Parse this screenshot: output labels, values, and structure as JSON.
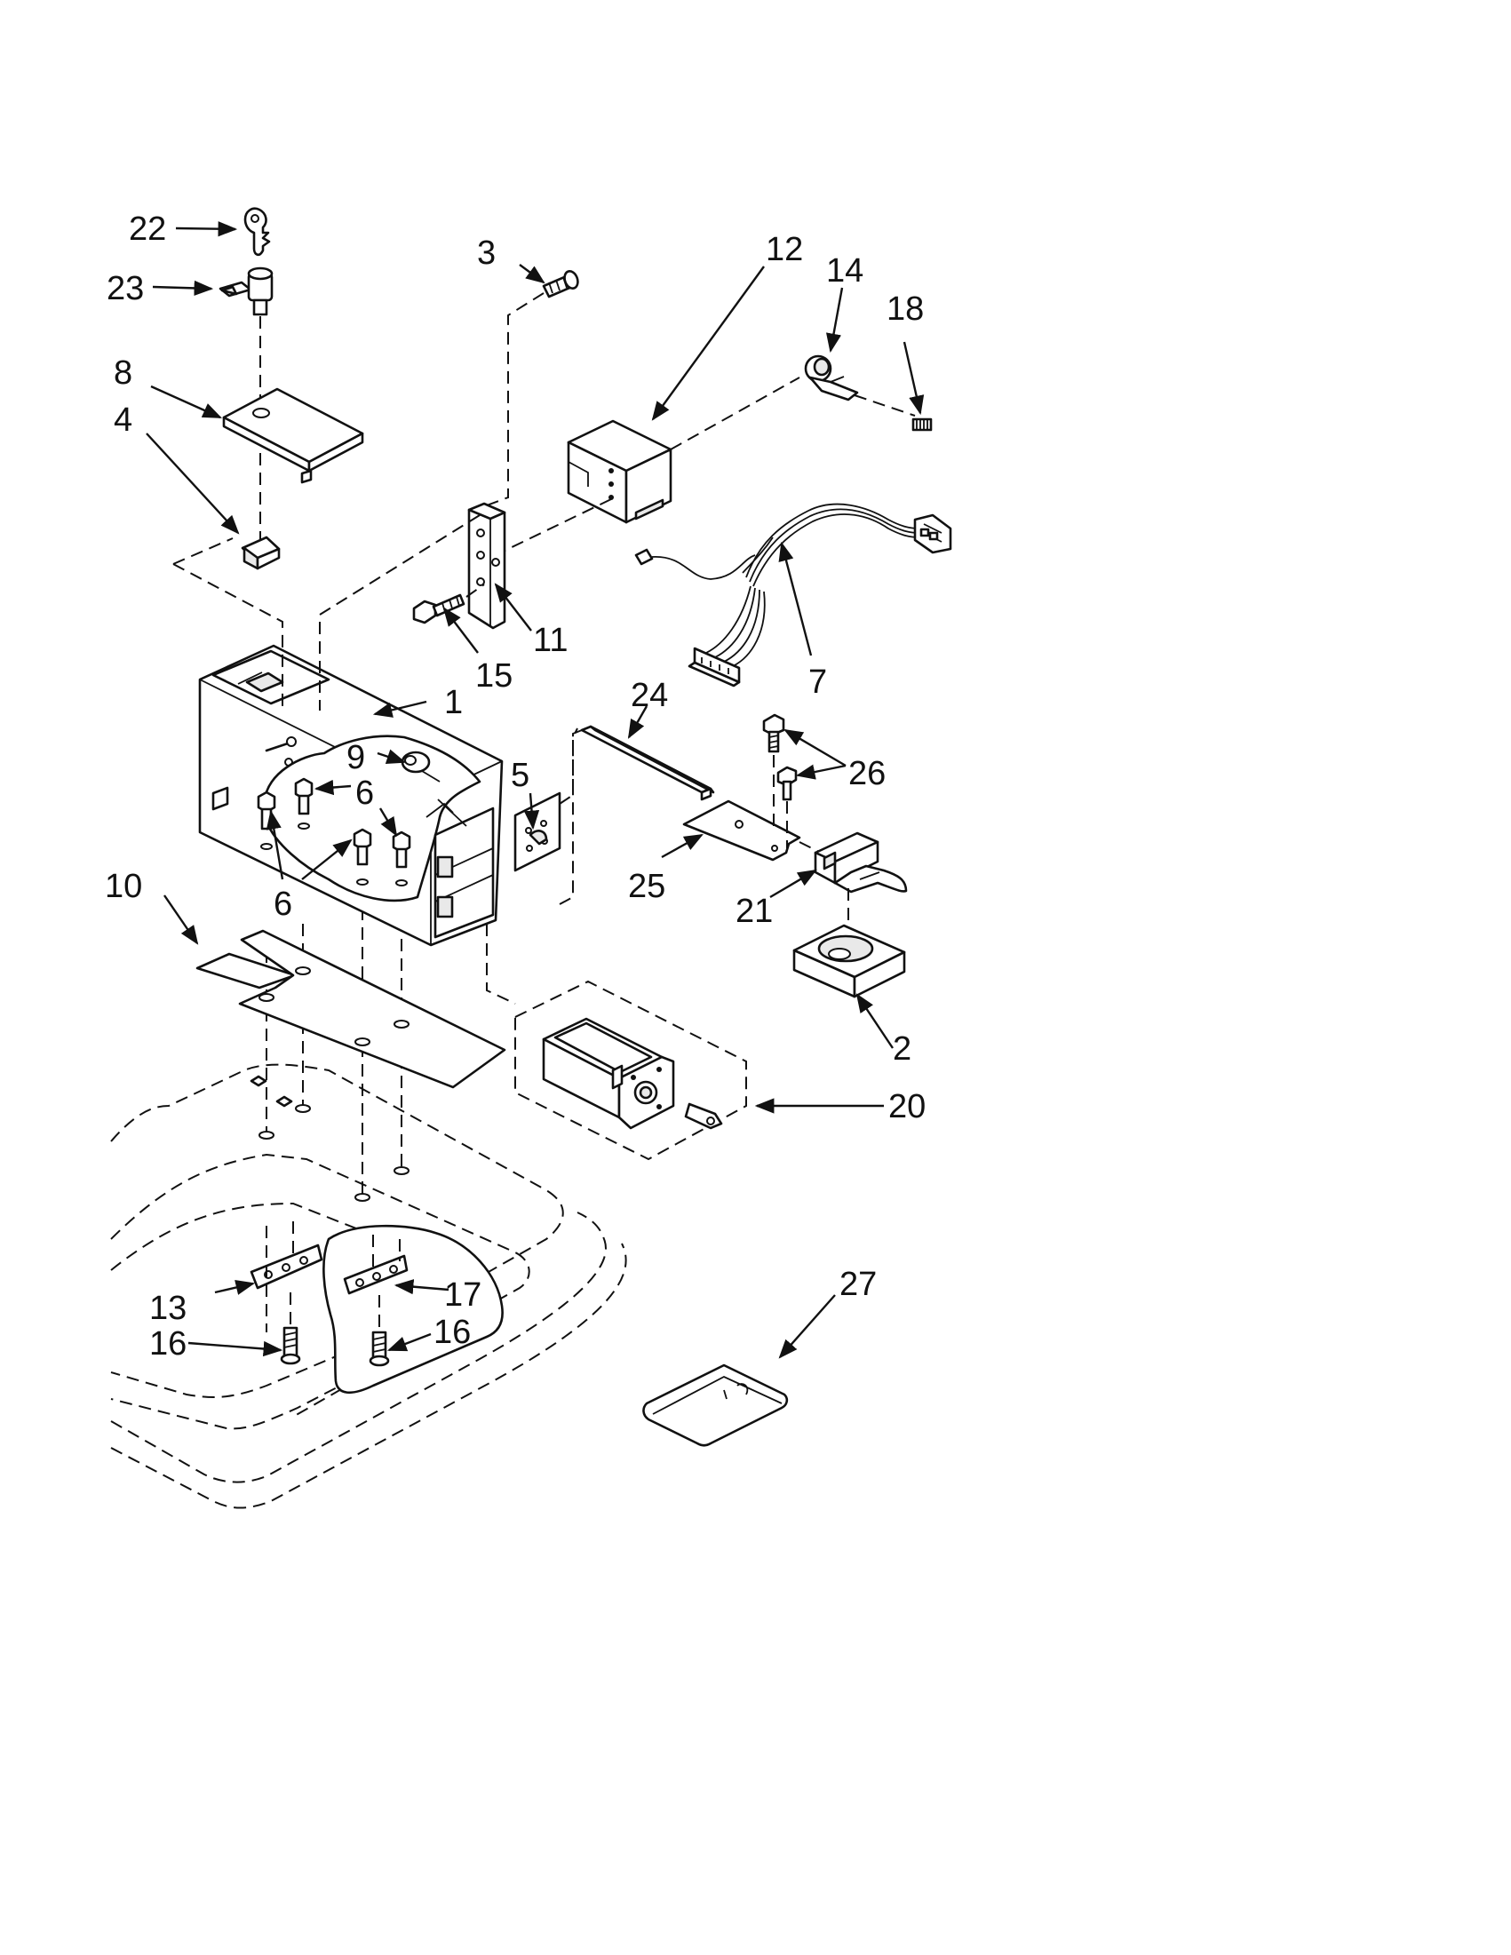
{
  "diagram": {
    "callouts": {
      "c1": "1",
      "c2": "2",
      "c3": "3",
      "c4": "4",
      "c5": "5",
      "c6a": "6",
      "c6b": "6",
      "c7": "7",
      "c8": "8",
      "c9": "9",
      "c10": "10",
      "c11": "11",
      "c12": "12",
      "c13": "13",
      "c14": "14",
      "c15": "15",
      "c16a": "16",
      "c16b": "16",
      "c17": "17",
      "c18": "18",
      "c20": "20",
      "c21": "21",
      "c22": "22",
      "c23": "23",
      "c24": "24",
      "c25": "25",
      "c26": "26",
      "c27": "27"
    }
  }
}
